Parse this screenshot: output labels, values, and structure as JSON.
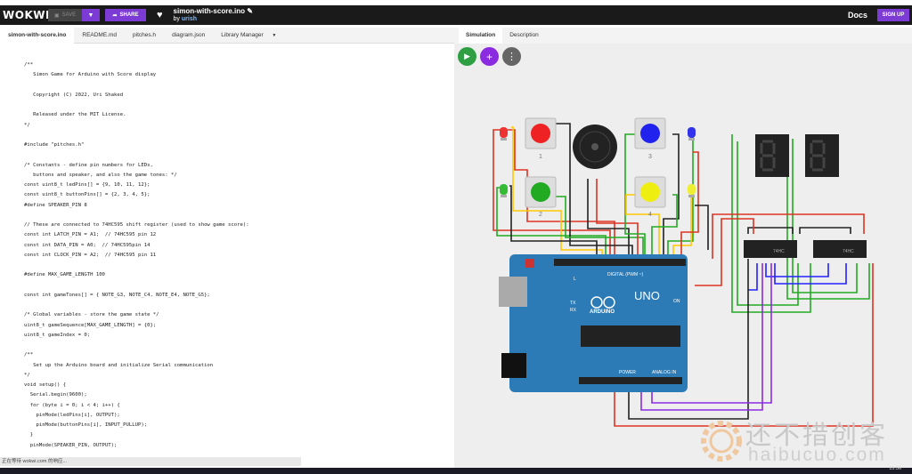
{
  "app": {
    "logo": "WOKWI",
    "save_label": "SAVE",
    "share_label": "SHARE",
    "project_title": "simon-with-score.ino",
    "by_prefix": "by",
    "author": "urish",
    "docs_label": "Docs",
    "signup_label": "SIGN UP"
  },
  "editor_tabs": [
    {
      "label": "simon-with-score.ino"
    },
    {
      "label": "README.md"
    },
    {
      "label": "pitches.h"
    },
    {
      "label": "diagram.json"
    },
    {
      "label": "Library Manager"
    }
  ],
  "code_lines": [
    "/**",
    "   Simon Game for Arduino with Score display",
    "",
    "   Copyright (C) 2022, Uri Shaked",
    "",
    "   Released under the MIT License.",
    "*/",
    "",
    "#include \"pitches.h\"",
    "",
    "/* Constants - define pin numbers for LEDs,",
    "   buttons and speaker, and also the game tones: */",
    "const uint8_t ledPins[] = {9, 10, 11, 12};",
    "const uint8_t buttonPins[] = {2, 3, 4, 5};",
    "#define SPEAKER_PIN 8",
    "",
    "// These are connected to 74HC595 shift register (used to show game score):",
    "const int LATCH_PIN = A1;  // 74HC595 pin 12",
    "const int DATA_PIN = A0;  // 74HC595pin 14",
    "const int CLOCK_PIN = A2;  // 74HC595 pin 11",
    "",
    "#define MAX_GAME_LENGTH 100",
    "",
    "const int gameTones[] = { NOTE_G3, NOTE_C4, NOTE_E4, NOTE_G5};",
    "",
    "/* Global variables - store the game state */",
    "uint8_t gameSequence[MAX_GAME_LENGTH] = {0};",
    "uint8_t gameIndex = 0;",
    "",
    "/**",
    "   Set up the Arduino board and initialize Serial communication",
    "*/",
    "void setup() {",
    "  Serial.begin(9600);",
    "  for (byte i = 0; i < 4; i++) {",
    "    pinMode(ledPins[i], OUTPUT);",
    "    pinMode(buttonPins[i], INPUT_PULLUP);",
    "  }",
    "  pinMode(SPEAKER_PIN, OUTPUT);"
  ],
  "sim_tabs": [
    {
      "label": "Simulation"
    },
    {
      "label": "Description"
    }
  ],
  "sim": {
    "button_labels": [
      "1",
      "2",
      "3",
      "4"
    ],
    "board_text": "UNO",
    "board_brand": "ARDUINO",
    "digital_label": "DIGITAL (PWM ~)",
    "power_label": "POWER",
    "analog_label": "ANALOG IN",
    "chip_label": "74HC",
    "tx_label": "TX",
    "rx_label": "RX",
    "on_label": "ON",
    "l_label": "L"
  },
  "status_text": "正在等待 wokwi.com 的响应...",
  "clock": "15:36",
  "watermark": {
    "cn": "还不措创客",
    "en": "haibucuo.com"
  },
  "colors": {
    "accent": "#7d3bd6",
    "play": "#2ea043",
    "board": "#2c7bb6"
  }
}
